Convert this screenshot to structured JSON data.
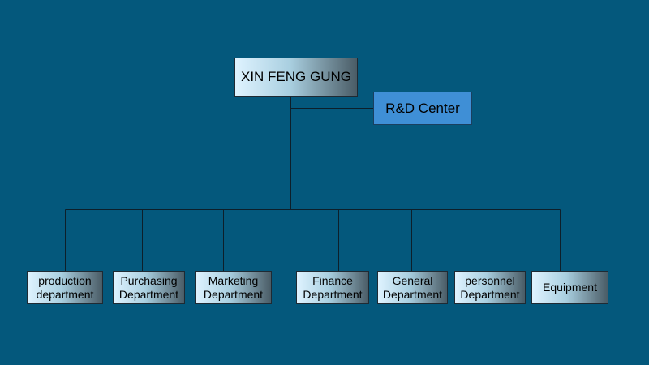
{
  "root": {
    "label": "XIN FENG GUNG"
  },
  "side_unit": {
    "label": "R&D Center"
  },
  "departments": [
    {
      "id": "production",
      "label": "production\ndepartment"
    },
    {
      "id": "purchasing",
      "label": "Purchasing\nDepartment"
    },
    {
      "id": "marketing",
      "label": "Marketing\nDepartment"
    },
    {
      "id": "finance",
      "label": "Finance\nDepartment"
    },
    {
      "id": "general",
      "label": "General\nDepartment"
    },
    {
      "id": "personnel",
      "label": "personnel\nDepartment"
    },
    {
      "id": "equipment",
      "label": "Equipment"
    }
  ],
  "colors": {
    "background": "#04587c",
    "connector": "#0d1f2a",
    "box_gradient_start": "#dff3ff",
    "box_gradient_end": "#4a5c66",
    "rd_center_fill": "#3f8fd6"
  }
}
